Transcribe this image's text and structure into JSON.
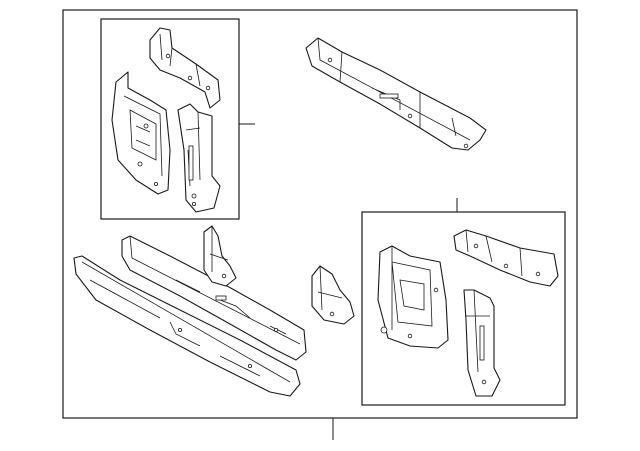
{
  "diagram": {
    "type": "exploded-parts-diagram",
    "colors": {
      "line": "#1a1a1a",
      "background": "#ffffff"
    },
    "groups": [
      {
        "name": "upper-left-subassembly",
        "parts": 3,
        "callout": true
      },
      {
        "name": "lower-right-subassembly",
        "parts": 3,
        "callout": true
      }
    ],
    "loose_parts": 5,
    "main_callout": true
  }
}
